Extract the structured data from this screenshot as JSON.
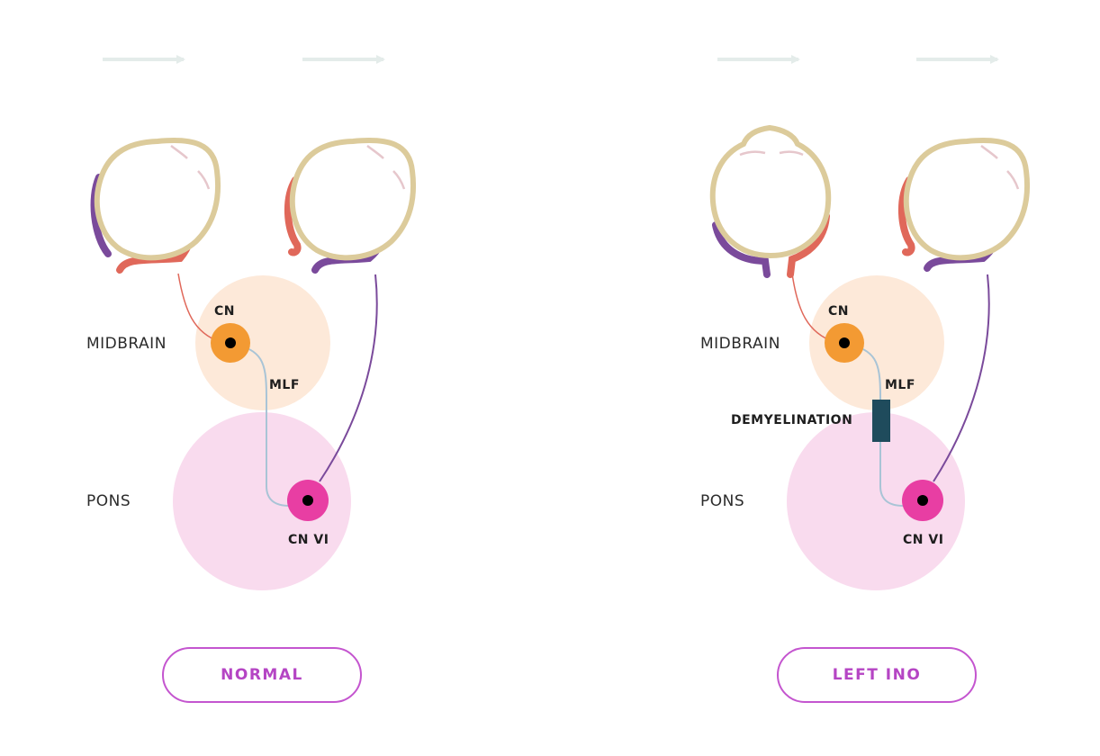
{
  "panels": [
    {
      "id": "normal",
      "labels": {
        "midbrain": "MIDBRAIN",
        "pons": "PONS",
        "cn3": "CN",
        "mlf": "MLF",
        "cn6": "CN VI"
      },
      "button": "NORMAL"
    },
    {
      "id": "left-ino",
      "labels": {
        "midbrain": "MIDBRAIN",
        "pons": "PONS",
        "cn3": "CN",
        "mlf": "MLF",
        "cn6": "CN VI",
        "lesion": "DEMYELINATION"
      },
      "button": "LEFT INO"
    }
  ],
  "colors": {
    "eye_outline": "#dccb9b",
    "medial_rectus": "#e0685a",
    "lateral_rectus": "#7a4a9b",
    "midbrain": "#fde9d9",
    "pons": "#f9dbee",
    "cn3_nucleus": "#f39a33",
    "cn6_nucleus": "#e83ea3",
    "mlf_fiber": "#a9c4d6",
    "lesion": "#1f4b5c",
    "gaze_arrow": "#e4ecea",
    "button_accent": "#c455cf"
  },
  "icons": [
    "gaze-right-arrow-icon"
  ]
}
